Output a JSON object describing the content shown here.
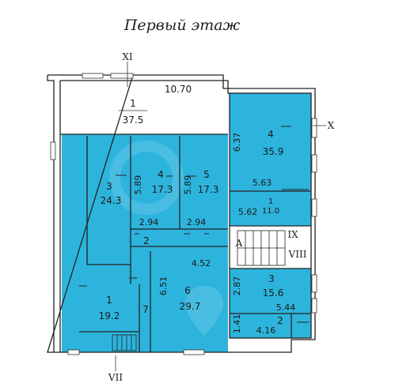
{
  "title": "Первый этаж",
  "axes": {
    "top": "XI",
    "right_upper": "X",
    "bottom": "VII"
  },
  "colors": {
    "room": "#2db4dd",
    "wall": "#222222",
    "unfilled": "#ffffff",
    "watermark": "#7fd0ea"
  },
  "top_room": {
    "dimension": "10.70",
    "number": "1",
    "area": "37.5"
  },
  "rooms": {
    "r3_left": {
      "number": "3",
      "area": "24.3"
    },
    "r4_mid": {
      "number": "4",
      "area": "17.3"
    },
    "r5_mid": {
      "number": "5",
      "area": "17.3"
    },
    "r1_lower": {
      "number": "1",
      "area": "19.2"
    },
    "r6": {
      "number": "6",
      "area": "29.7"
    },
    "r7": {
      "number": "7"
    },
    "r2_hall": {
      "number": "2"
    },
    "r4_right": {
      "number": "4",
      "area": "35.9"
    },
    "r1_right": {
      "number": "1",
      "area": "11.0"
    },
    "r3_right": {
      "number": "3",
      "area": "15.6"
    },
    "r2_right": {
      "number": "2"
    }
  },
  "dimensions": {
    "d_589_a": "5.89",
    "d_589_b": "5.89",
    "d_294_a": "2.94",
    "d_294_b": "2.94",
    "d_452": "4.52",
    "d_651": "6.51",
    "d_637": "6.37",
    "d_563": "5.63",
    "d_562": "5.62",
    "d_287": "2.87",
    "d_544": "5.44",
    "d_141": "1.41",
    "d_416": "4.16"
  },
  "stair_labels": {
    "ix": "IX",
    "viii": "VIII",
    "a": "A"
  }
}
